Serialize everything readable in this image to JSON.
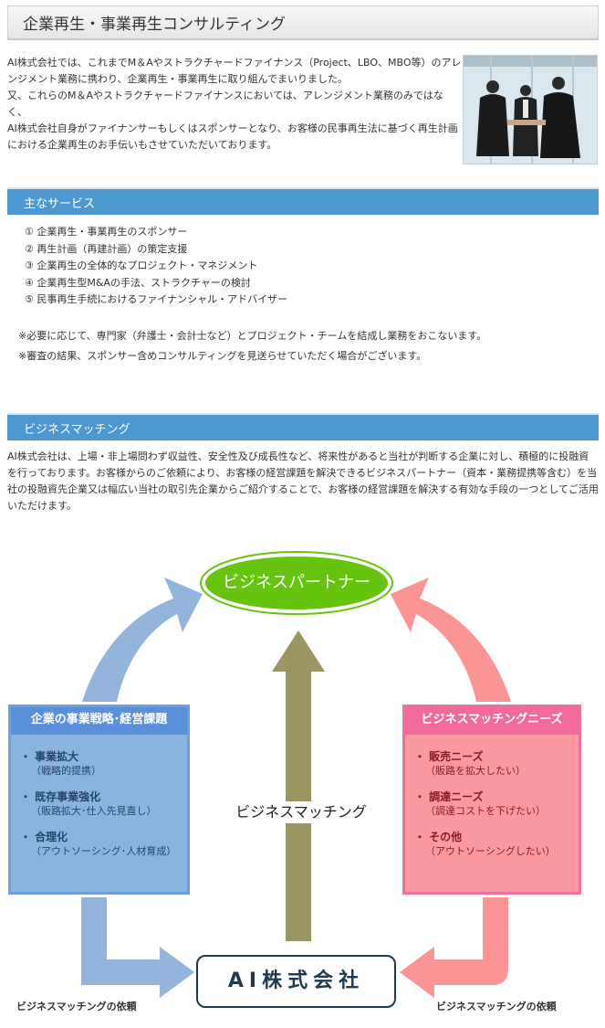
{
  "header": {
    "title": "企業再生・事業再生コンサルティング"
  },
  "intro": {
    "lines": [
      "AI株式会社では、これまでM＆Aやストラクチャードファイナンス（Project、LBO、MBO等）のアレンジメント業務に携わり、企業再生・事業再生に取り組んでまいりました。",
      "又、これらのM＆Aやストラクチャードファイナンスにおいては、アレンジメント業務のみではなく、",
      "AI株式会社自身がファイナンサーもしくはスポンサーとなり、お客様の民事再生法に基づく再生計画における企業再生のお手伝いもさせていただいております。"
    ]
  },
  "services": {
    "title": "主なサービス",
    "items": [
      "① 企業再生・事業再生のスポンサー",
      "② 再生計画（再建計画）の策定支援",
      "③ 企業再生の全体的なプロジェクト・マネジメント",
      "④ 企業再生型M&Aの手法、ストラクチャーの検討",
      "⑤ 民事再生手続におけるファイナンシャル・アドバイザー"
    ],
    "notes": [
      "※必要に応じて、専門家（弁護士・会計士など）とプロジェクト・チームを結成し業務をおこないます。",
      "※審査の結果、スポンサー含めコンサルティングを見送らせていただく場合がございます。"
    ]
  },
  "matching": {
    "title": "ビジネスマッチング",
    "text": "AI株式会社は、上場・非上場問わず収益性、安全性及び成長性など、将来性があると当社が判断する企業に対し、積極的に投融資を行っております。お客様からのご依頼により、お客様の経営課題を解決できるビジネスパートナー（資本・業務提携等含む）を当社の投融資先企業又は幅広い当社の取引先企業からご紹介することで、お客様の経営課題を解決する有効な手段の一つとしてご活用いただけます。"
  },
  "diagram": {
    "partner": "ビジネスパートナー",
    "center": "ビジネスマッチング",
    "company": "AI株式会社",
    "left_box": {
      "title": "企業の事業戦略･経営課題",
      "items": [
        {
          "main": "・ 事業拡大",
          "sub": "（戦略的提携）"
        },
        {
          "main": "・ 既存事業強化",
          "sub": "（販路拡大･仕入先見直し）"
        },
        {
          "main": "・ 合理化",
          "sub": "（アウトソーシング･人材育成）"
        }
      ]
    },
    "right_box": {
      "title": "ビジネスマッチングニーズ",
      "items": [
        {
          "main": "・ 販売ニーズ",
          "sub": "（販路を拡大したい）"
        },
        {
          "main": "・ 調達ニーズ",
          "sub": "（調達コストを下げたい）"
        },
        {
          "main": "・ その他",
          "sub": "（アウトソーシングしたい）"
        }
      ]
    },
    "request_left": "ビジネスマッチングの依頼",
    "request_right": "ビジネスマッチングの依頼",
    "colors": {
      "blue_arrow": "#93b5dc",
      "pink_arrow": "#fb9494",
      "olive_arrow": "#9a9563",
      "partner_green": "#66c40e"
    }
  }
}
